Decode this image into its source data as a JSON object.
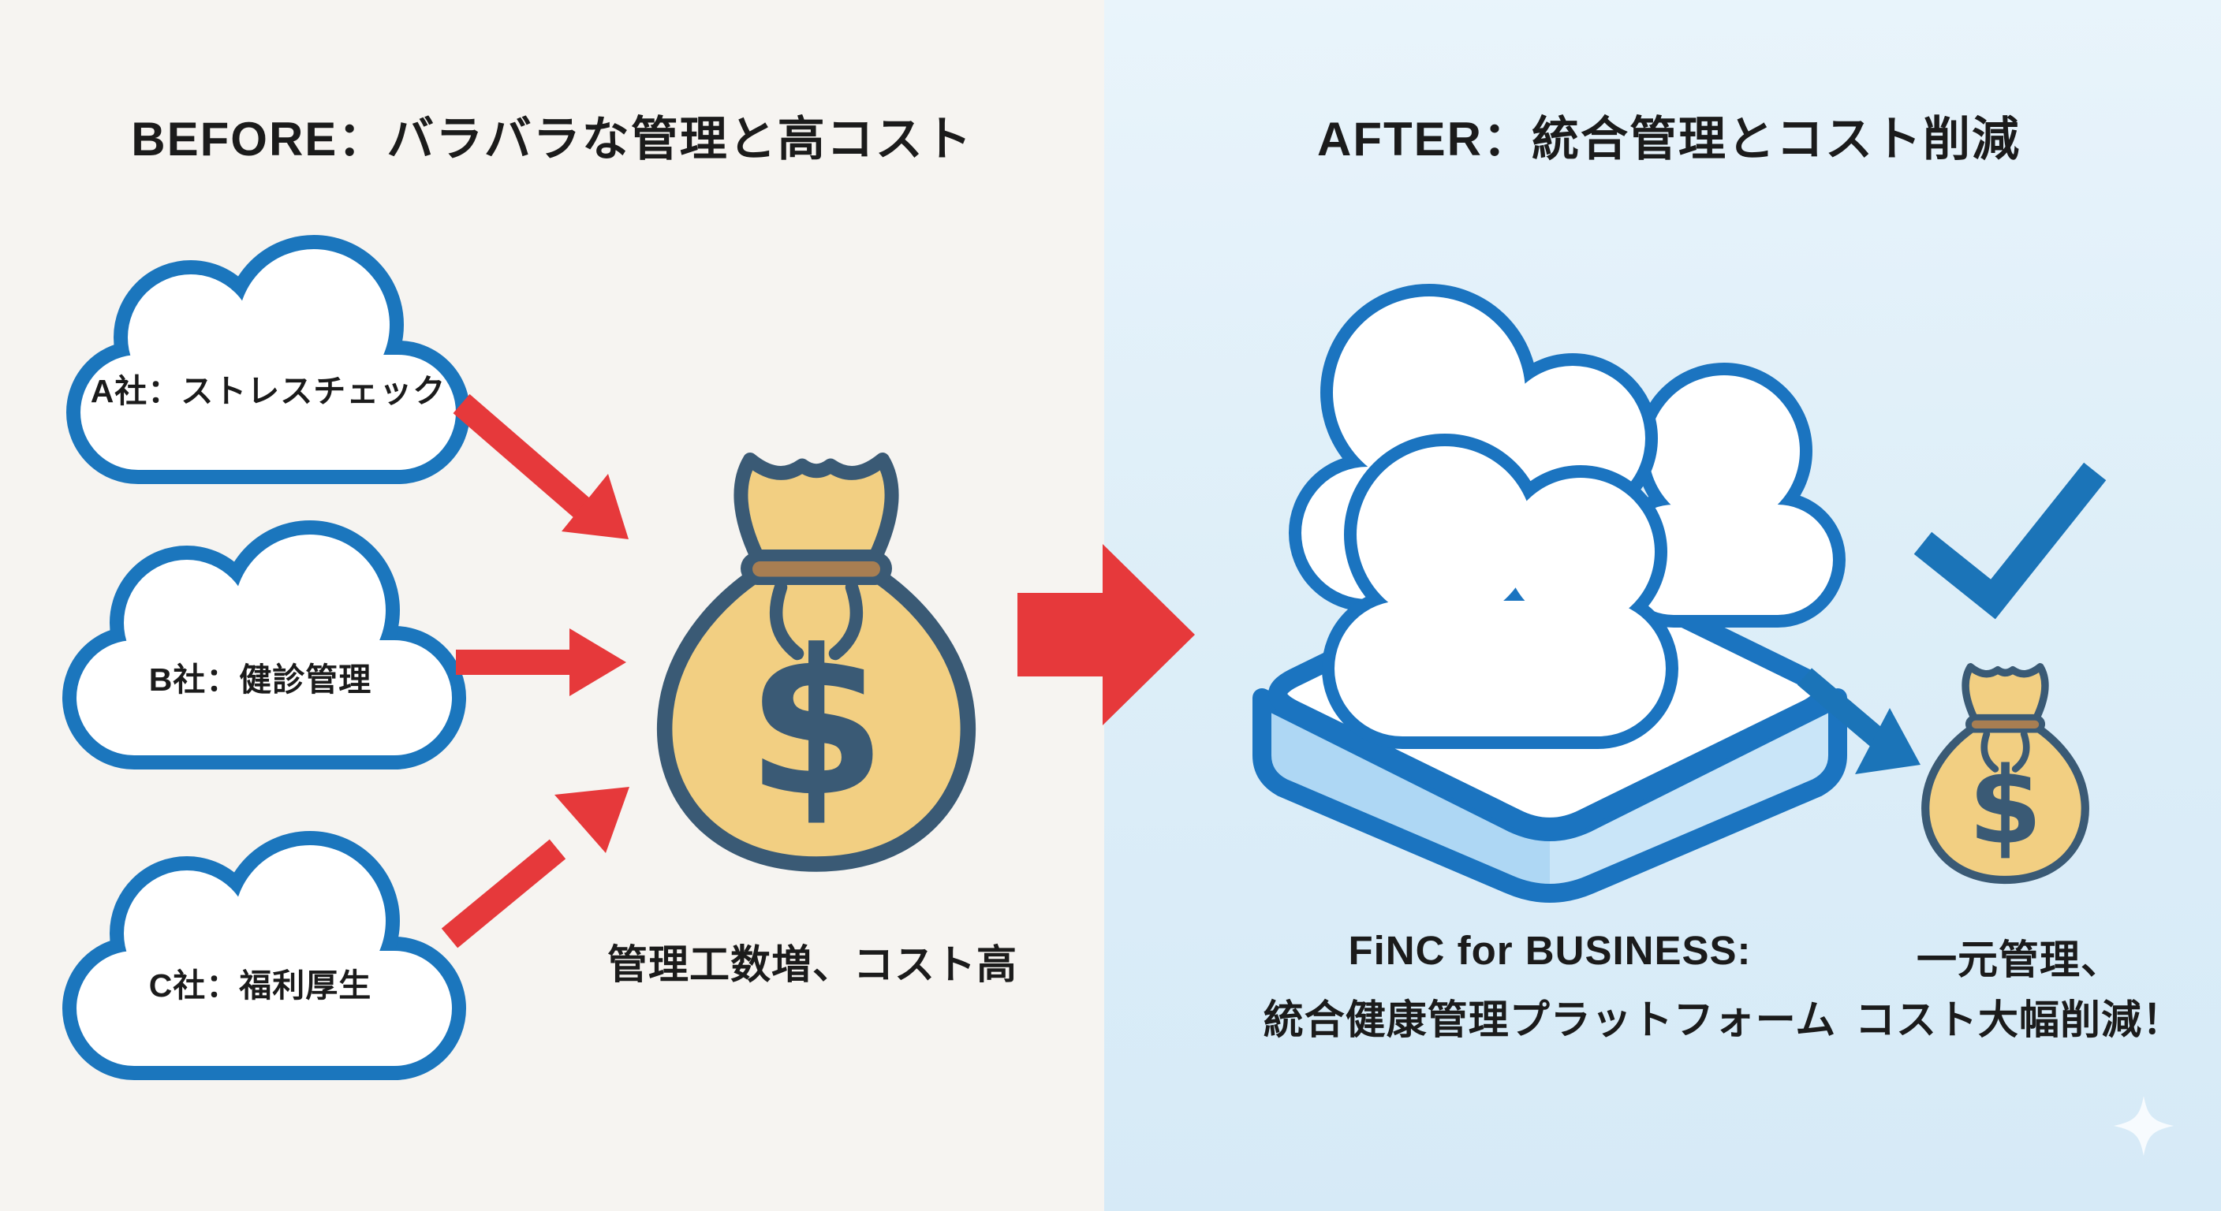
{
  "diagram": {
    "before": {
      "title": "BEFORE：バラバラな管理と高コスト",
      "clouds": [
        {
          "label": "A社：ストレスチェック"
        },
        {
          "label": "B社：健診管理"
        },
        {
          "label": "C社：福利厚生"
        }
      ],
      "caption": "管理工数増、コスト高",
      "currency": "$"
    },
    "after": {
      "title": "AFTER：統合管理とコスト削減",
      "platform_caption_line1": "FiNC for BUSINESS:",
      "platform_caption_line2": "統合健康管理プラットフォーム",
      "result_line1": "一元管理、",
      "result_line2": "コスト大幅削減！",
      "currency": "$"
    },
    "icons": {
      "cloud": "cloud-icon",
      "money_bag": "money-bag-icon",
      "arrow": "arrow-icon",
      "check": "check-icon",
      "platform": "platform-icon",
      "sparkle": "sparkle-icon"
    },
    "colors": {
      "bg_left": "#f6f4f1",
      "bg_right": "#ddeef8",
      "cloud_outline": "#1b76bd",
      "platform_blue": "#1b74c0",
      "platform_side": "#aed7f4",
      "platform_side_light": "#c9e5f8",
      "red_arrow": "#e6393b",
      "blue_accent": "#1b74b8",
      "bag_fill": "#f2cf82",
      "bag_outline": "#3a5a75",
      "bag_tie": "#a87e52",
      "text": "#1b1b1b"
    }
  }
}
